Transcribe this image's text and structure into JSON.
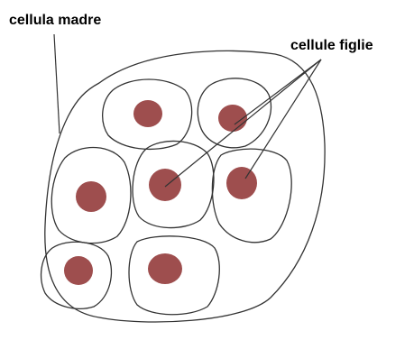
{
  "labels": {
    "mother_cell": "cellula madre",
    "daughter_cells": "cellule figlie"
  },
  "colors": {
    "nucleus": "#9e4e4e",
    "outline": "#333333",
    "background": "#ffffff"
  },
  "counts": {
    "daughter_cells": 7
  }
}
